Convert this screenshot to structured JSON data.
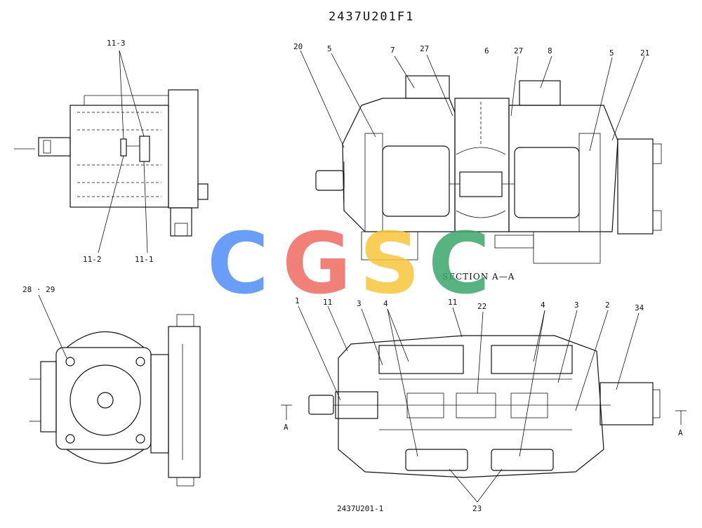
{
  "title": "2437U201F1",
  "caption_bottom": "2437U201-1",
  "section_label": "SECTION A—A",
  "section_mark": "A",
  "watermark": {
    "letters": [
      "C",
      "G",
      "S",
      "C"
    ],
    "colors": [
      "#4f8ef7",
      "#ef6a62",
      "#f7c63a",
      "#3aa86b"
    ]
  },
  "top_left_view": {
    "callouts": [
      "11-3",
      "11-2",
      "11-1"
    ]
  },
  "bottom_left_view": {
    "callouts": [
      "28 · 29"
    ]
  },
  "section_view": {
    "callouts": [
      "20",
      "5",
      "7",
      "27",
      "6",
      "27",
      "8",
      "5",
      "21"
    ]
  },
  "bottom_view": {
    "callouts": [
      "1",
      "11",
      "3",
      "4",
      "11",
      "22",
      "4",
      "3",
      "2",
      "34",
      "23"
    ]
  }
}
